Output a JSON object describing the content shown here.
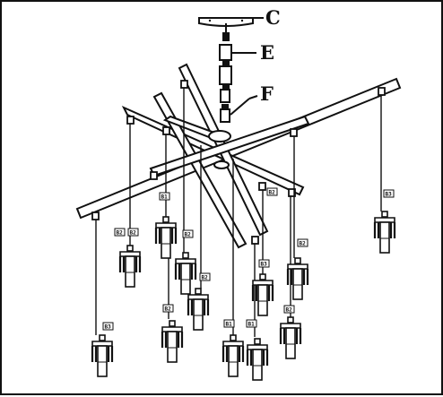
{
  "diagram": {
    "callouts": {
      "c": "C",
      "e": "E",
      "f": "F"
    },
    "pendant_tags": [
      "B2",
      "B1",
      "B2",
      "B2",
      "B2",
      "B3",
      "B1",
      "B1",
      "B3",
      "B2",
      "B2",
      "B3",
      "B2",
      "B2"
    ],
    "colors": {
      "ink": "#111111",
      "paper": "#ffffff"
    }
  }
}
